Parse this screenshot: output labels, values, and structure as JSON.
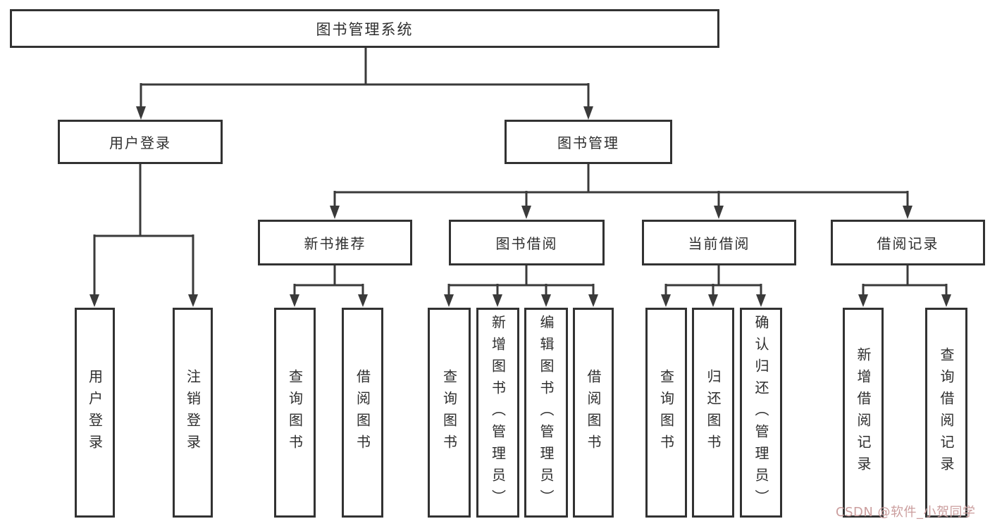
{
  "tree": {
    "root": {
      "label": "图书管理系统",
      "children": [
        {
          "label": "用户登录",
          "children": [
            {
              "label": "用户登录"
            },
            {
              "label": "注销登录"
            }
          ]
        },
        {
          "label": "图书管理",
          "children": [
            {
              "label": "新书推荐",
              "children": [
                {
                  "label": "查询图书"
                },
                {
                  "label": "借阅图书"
                }
              ]
            },
            {
              "label": "图书借阅",
              "children": [
                {
                  "label": "查询图书"
                },
                {
                  "label": "新增图书（管理员）"
                },
                {
                  "label": "编辑图书（管理员）"
                },
                {
                  "label": "借阅图书"
                }
              ]
            },
            {
              "label": "当前借阅",
              "children": [
                {
                  "label": "查询图书"
                },
                {
                  "label": "归还图书"
                },
                {
                  "label": "确认归还（管理员）"
                }
              ]
            },
            {
              "label": "借阅记录",
              "children": [
                {
                  "label": "新增借阅记录"
                },
                {
                  "label": "查询借阅记录"
                }
              ]
            }
          ]
        }
      ]
    }
  },
  "watermark": {
    "text": "CSDN @软件_小贺同学"
  },
  "colors": {
    "box_border": "#323232",
    "connector": "#3a3a3a",
    "text": "#2e2e2e",
    "watermark": "#cb9e9e",
    "background": "#ffffff"
  }
}
